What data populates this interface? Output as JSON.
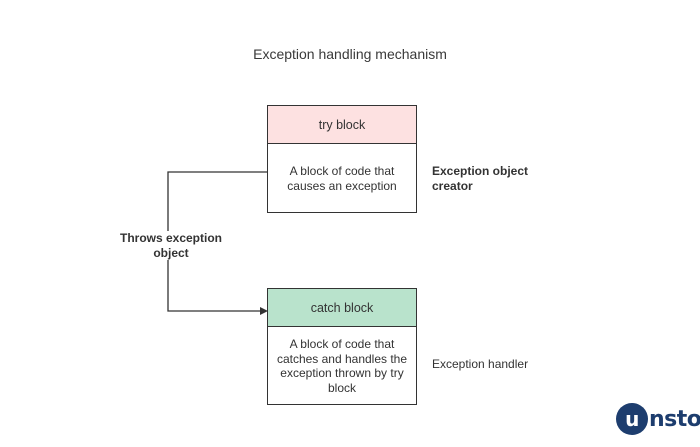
{
  "title": "Exception handling mechanism",
  "try_block": {
    "header": "try block",
    "body": "A block of code that causes an exception",
    "role": "Exception object creator"
  },
  "catch_block": {
    "header": "catch block",
    "body": "A block of code that catches and handles the exception thrown by try block",
    "role": "Exception handler"
  },
  "connector_label": "Throws exception object",
  "logo": {
    "text": "unstop",
    "color": "#1d3d6e"
  },
  "colors": {
    "try_header": "#fde1e1",
    "catch_header": "#b9e3cc",
    "stroke": "#333333"
  }
}
